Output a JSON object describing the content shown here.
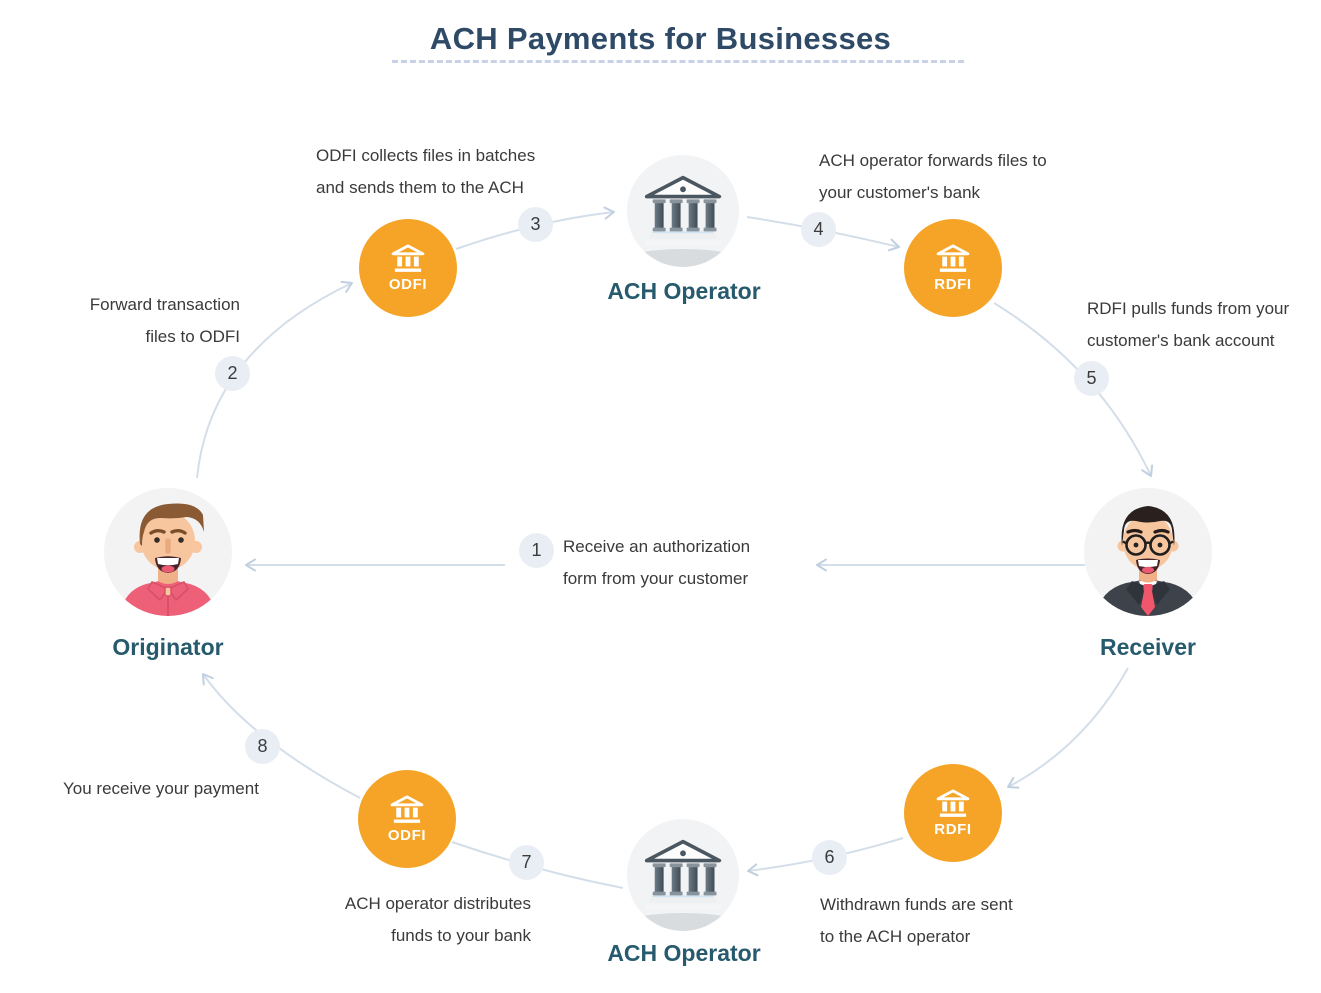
{
  "title": "ACH Payments for Businesses",
  "nodes": {
    "odfi_top": {
      "label": "ODFI"
    },
    "ach_top": {
      "label": "ACH Operator"
    },
    "rdfi_top": {
      "label": "RDFI"
    },
    "receiver": {
      "label": "Receiver"
    },
    "originator": {
      "label": "Originator"
    },
    "rdfi_bottom": {
      "label": "RDFI"
    },
    "ach_bottom": {
      "label": "ACH Operator"
    },
    "odfi_bottom": {
      "label": "ODFI"
    }
  },
  "steps": [
    {
      "num": "1",
      "lines": [
        "Receive an authorization",
        "form from your customer"
      ]
    },
    {
      "num": "2",
      "lines": [
        "Forward transaction",
        "files to ODFI"
      ]
    },
    {
      "num": "3",
      "lines": [
        "ODFI collects files in batches",
        "and sends them to the ACH"
      ]
    },
    {
      "num": "4",
      "lines": [
        "ACH operator forwards files to",
        "your customer's bank"
      ]
    },
    {
      "num": "5",
      "lines": [
        "RDFI pulls funds from your",
        "customer's bank account"
      ]
    },
    {
      "num": "6",
      "lines": [
        "Withdrawn funds are sent",
        "to the ACH operator"
      ]
    },
    {
      "num": "7",
      "lines": [
        "ACH operator distributes",
        "funds to your bank"
      ]
    },
    {
      "num": "8",
      "lines": [
        "You receive your payment"
      ]
    }
  ],
  "icons": {
    "orange_node": "bank-icon",
    "operator_node": "bank-building-icon",
    "originator": "man-avatar-icon",
    "receiver": "businessman-glasses-avatar-icon"
  },
  "colors": {
    "accent_orange": "#F5A427",
    "arc_line": "#D4DEE9",
    "badge_bg": "#E9EEF5",
    "title_text": "#2E4A66",
    "node_label_text": "#265A6C",
    "step_text": "#3A3A3A"
  }
}
